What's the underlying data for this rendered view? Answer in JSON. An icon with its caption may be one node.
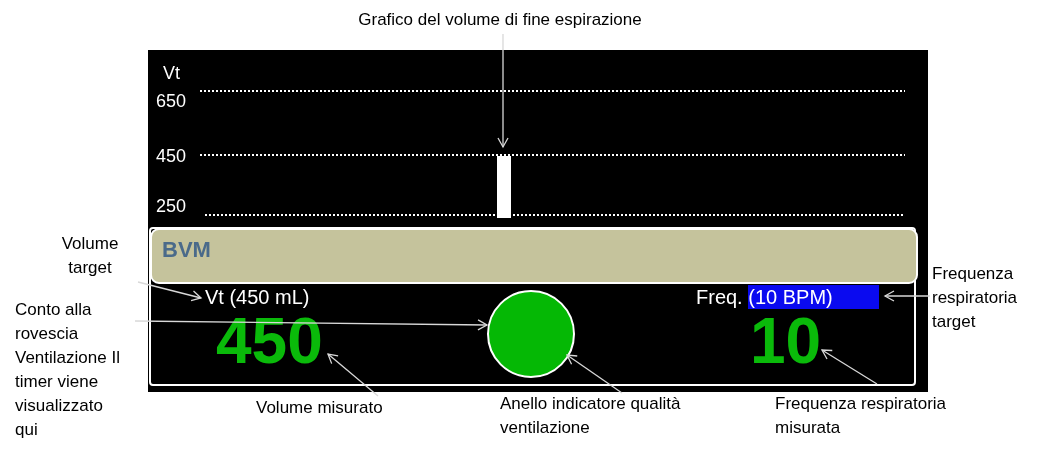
{
  "diagram": {
    "nodes": [
      {
        "text": [
          "Grafico del volume di fine espirazione"
        ]
      },
      {
        "text": [],
        "shape": "bar"
      },
      {
        "text": [
          "BVM"
        ]
      },
      {
        "text": [
          "Volume target"
        ]
      },
      {
        "text": [
          "Vt (450 mL)"
        ]
      },
      {
        "text": [
          "Freq.",
          "(10 BPM)"
        ]
      },
      {
        "text": [
          "Frequenza respiratoria target"
        ]
      },
      {
        "text": [
          "Conto alla rovescia Ventilazione Il timer viene visualizzato qui"
        ]
      },
      {
        "text": [],
        "shape": "circle"
      },
      {
        "text": [
          "450"
        ]
      },
      {
        "text": [
          "10"
        ]
      },
      {
        "text": [
          "Volume misurato"
        ]
      },
      {
        "text": [
          "Anello indicatore qualità ventilazione"
        ]
      },
      {
        "text": [
          "Frequenza respiratoria misurata"
        ]
      }
    ],
    "edges": [
      {
        "from": 0,
        "to": 1,
        "arrow": "to"
      },
      {
        "from": 3,
        "to": 4,
        "arrow": "to"
      },
      {
        "from": 6,
        "to": 5,
        "arrow": "to"
      },
      {
        "from": 7,
        "to": 8,
        "arrow": "to"
      },
      {
        "from": 11,
        "to": 9,
        "arrow": "to"
      },
      {
        "from": 12,
        "to": 8,
        "arrow": "to"
      },
      {
        "from": 13,
        "to": 10,
        "arrow": "to"
      }
    ],
    "labels": [
      "Vt",
      "650",
      "450",
      "250"
    ]
  }
}
